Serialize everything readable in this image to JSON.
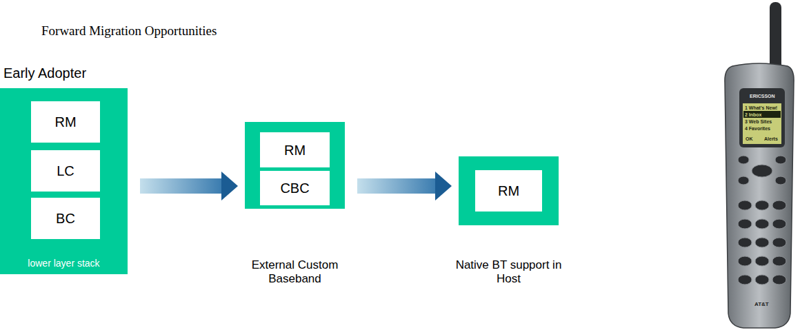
{
  "diagram": {
    "title": "Forward Migration Opportunities",
    "nodes": [
      {
        "text": [
          "Early Adopter",
          "lower layer stack"
        ]
      },
      {
        "text": [
          "RM"
        ],
        "in": 0
      },
      {
        "text": [
          "LC"
        ],
        "in": 0
      },
      {
        "text": [
          "BC"
        ],
        "in": 0
      },
      {
        "text": [
          "External Custom Baseband"
        ]
      },
      {
        "text": [
          "RM"
        ],
        "in": 4
      },
      {
        "text": [
          "CBC"
        ],
        "in": 4
      },
      {
        "text": [
          "Native BT support in Host"
        ]
      },
      {
        "text": [
          "RM"
        ],
        "in": 7
      }
    ],
    "edges": [
      {
        "from": 0,
        "to": 4,
        "arrow": "to"
      },
      {
        "from": 4,
        "to": 7,
        "arrow": "to"
      }
    ],
    "labels": [
      "ERICSSON",
      "1 What's New!",
      "2 Inbox",
      "3 Web Sites",
      "4 Favorites",
      "OK",
      "Alerts",
      "AT&T"
    ]
  }
}
